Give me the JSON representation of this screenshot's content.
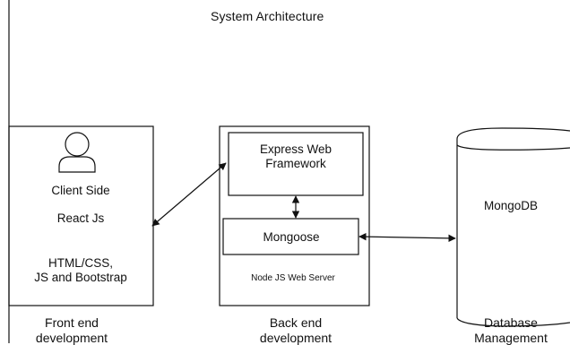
{
  "diagram": {
    "title": "System Architecture",
    "frontend": {
      "client_side": "Client Side",
      "react": "React Js",
      "tech_line1": "HTML/CSS,",
      "tech_line2": "JS and Bootstrap",
      "caption_line1": "Front end",
      "caption_line2": "development"
    },
    "backend": {
      "express_line1": "Express Web",
      "express_line2": "Framework",
      "mongoose": "Mongoose",
      "server": "Node JS Web Server",
      "caption_line1": "Back end",
      "caption_line2": "development"
    },
    "database": {
      "label": "MongoDB",
      "caption_line1": "Database",
      "caption_line2": "Management"
    }
  },
  "colors": {
    "line": "#111111",
    "background": "#ffffff"
  }
}
